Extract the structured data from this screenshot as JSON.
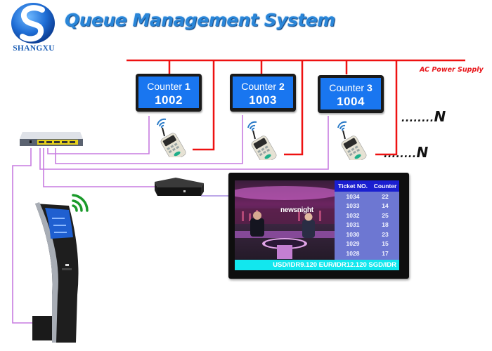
{
  "header": {
    "brand": "SHANGXU",
    "title": "Queue Management System"
  },
  "power": {
    "label": "AC Power Supply",
    "color": "#e8161b"
  },
  "network": {
    "cable_color": "#c77ce0"
  },
  "counters": [
    {
      "label": "Counter",
      "number": "1",
      "ticket": "1002"
    },
    {
      "label": "Counter",
      "number": "2",
      "ticket": "1003"
    },
    {
      "label": "Counter",
      "number": "3",
      "ticket": "1004"
    }
  ],
  "more_counters": {
    "dots": "........",
    "symbol": "N"
  },
  "more_keypads": {
    "dots": "........",
    "symbol": "N"
  },
  "display": {
    "headers": {
      "ticket": "Ticket NO.",
      "counter": "Counter"
    },
    "rows": [
      {
        "ticket": "1034",
        "counter": "22"
      },
      {
        "ticket": "1033",
        "counter": "14"
      },
      {
        "ticket": "1032",
        "counter": "25"
      },
      {
        "ticket": "1031",
        "counter": "18"
      },
      {
        "ticket": "1030",
        "counter": "23"
      },
      {
        "ticket": "1029",
        "counter": "15"
      },
      {
        "ticket": "1028",
        "counter": "17"
      }
    ],
    "video_caption": "newsnight",
    "ticker": "USD/IDR9.120 EUR/IDR12.120 SGD/IDR"
  },
  "devices": {
    "switch": "network-switch",
    "controller": "queue-controller-box",
    "kiosk": "ticket-dispenser-kiosk",
    "keypad": "wireless-caller-keypad"
  }
}
